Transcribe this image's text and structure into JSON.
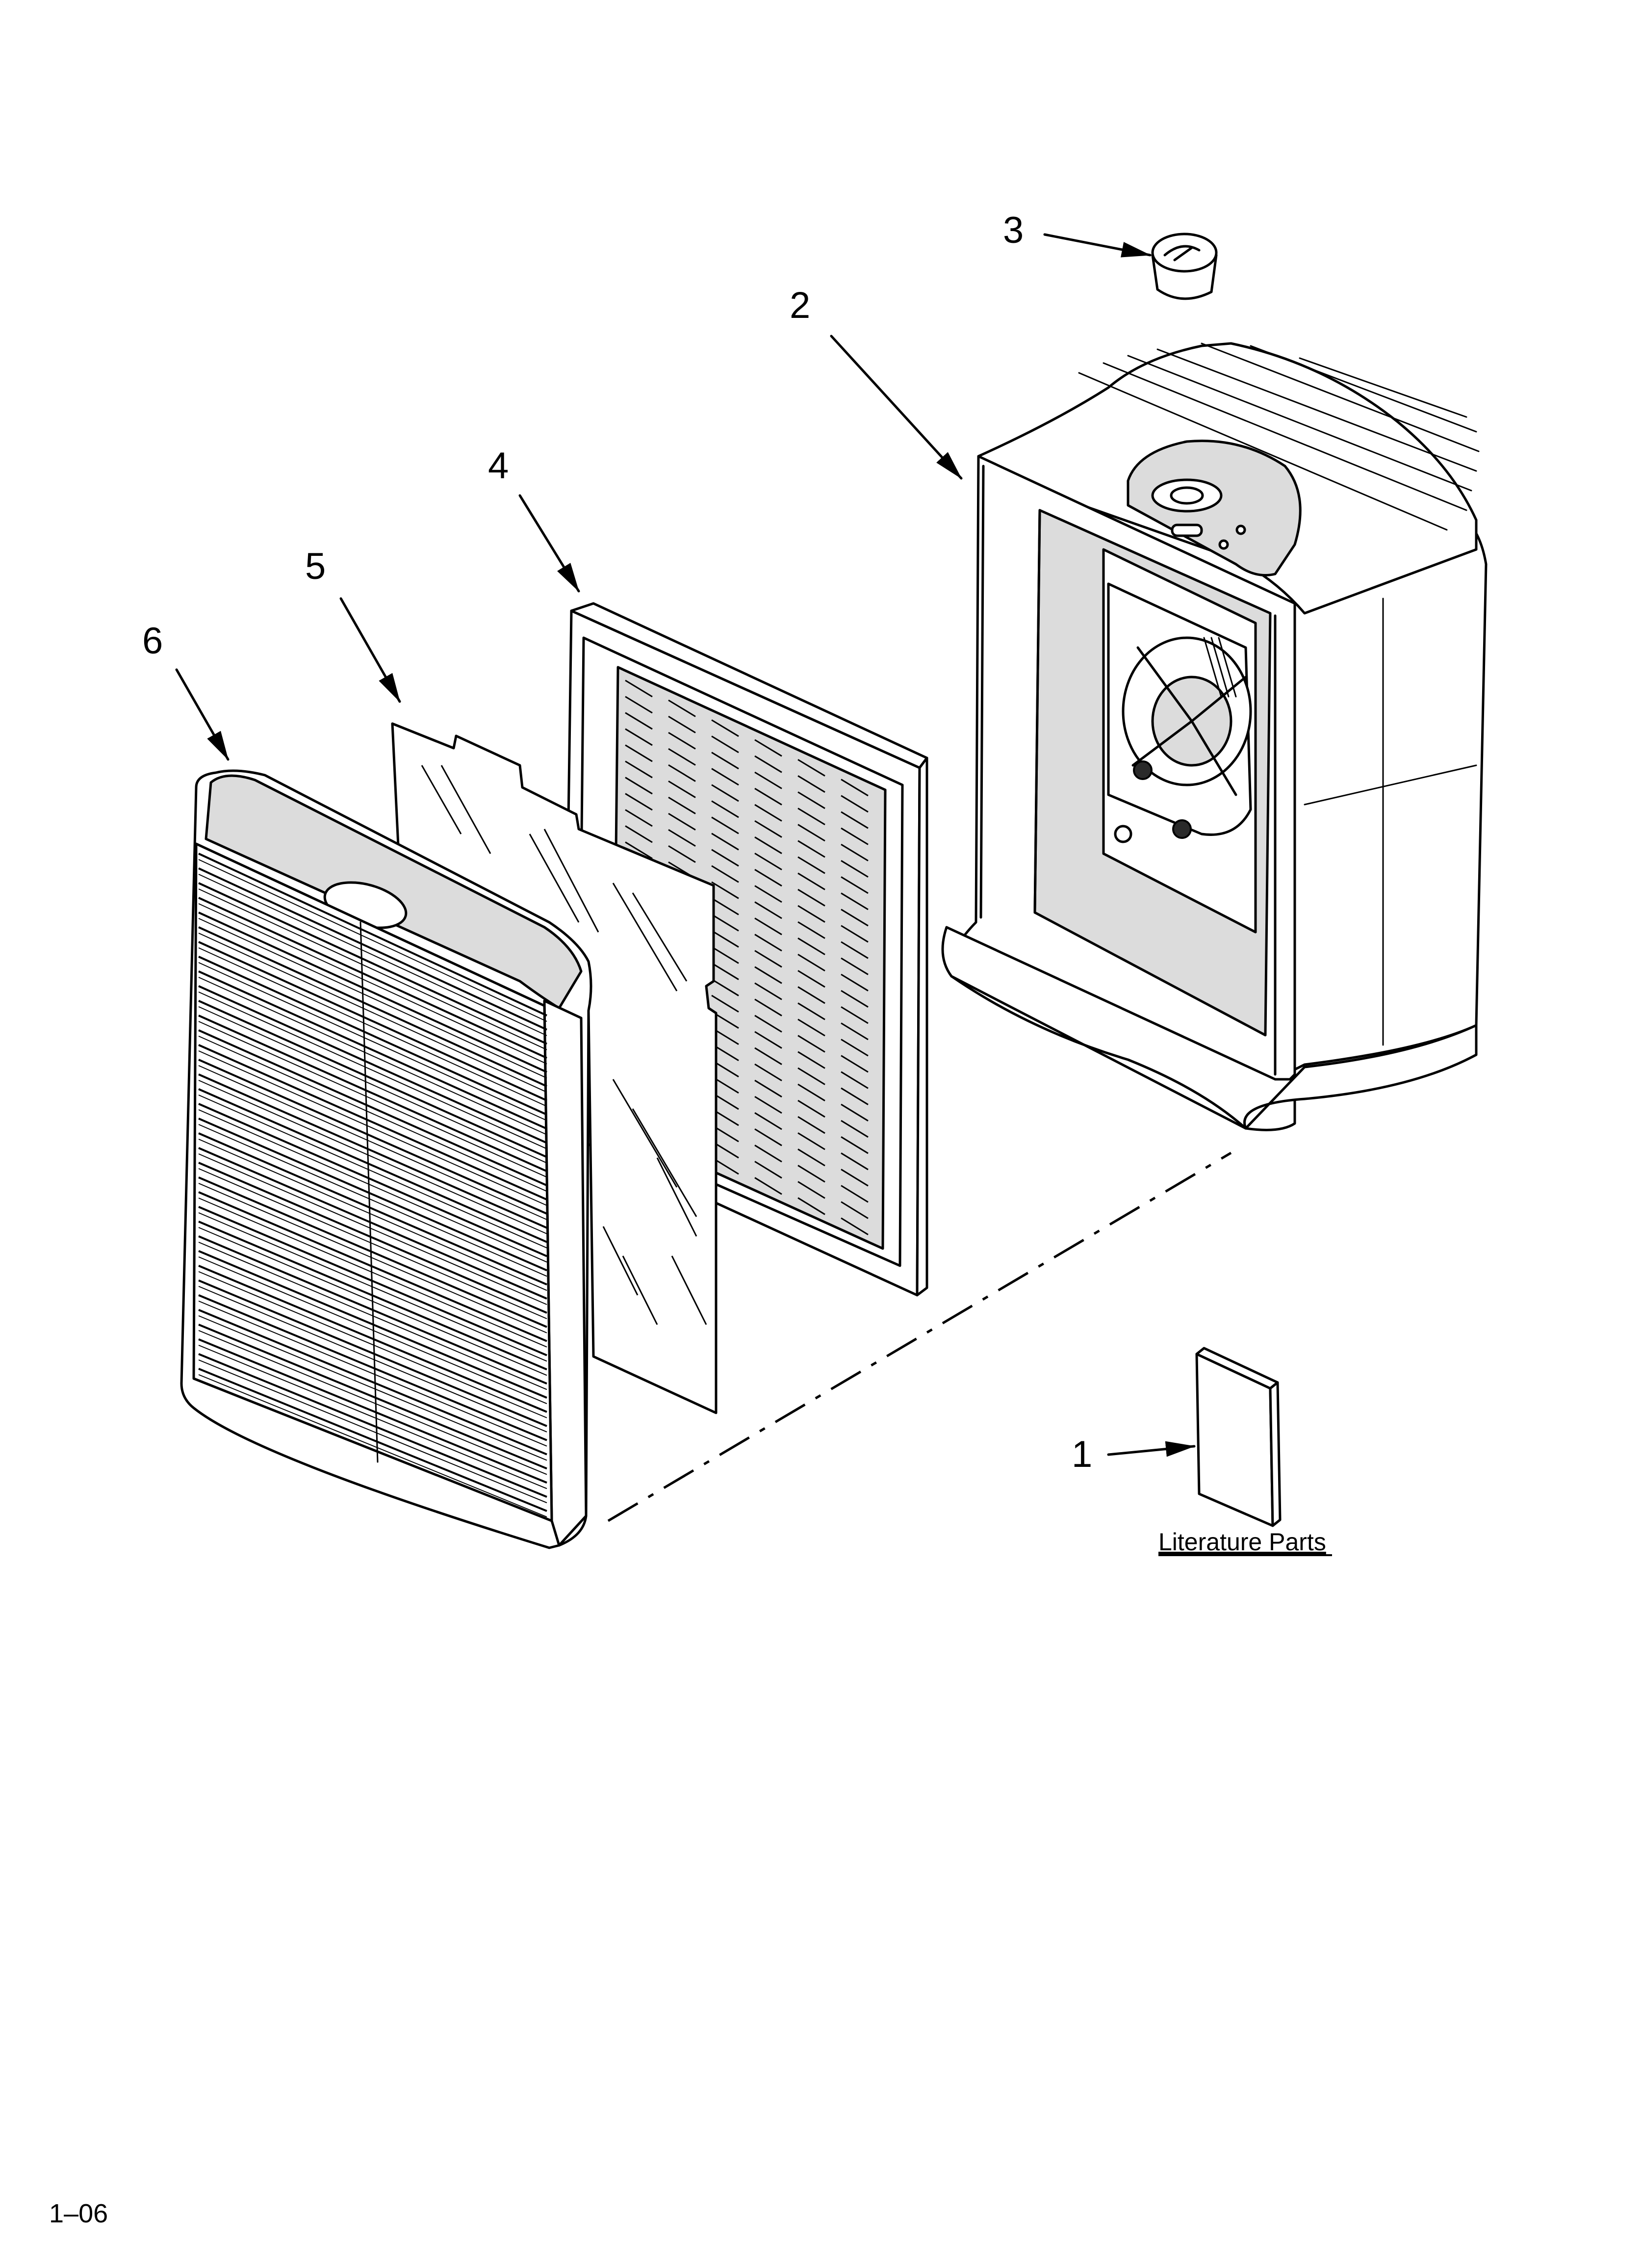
{
  "diagram": {
    "callouts": [
      {
        "id": "1",
        "label": "1"
      },
      {
        "id": "2",
        "label": "2"
      },
      {
        "id": "3",
        "label": "3"
      },
      {
        "id": "4",
        "label": "4"
      },
      {
        "id": "5",
        "label": "5"
      },
      {
        "id": "6",
        "label": "6"
      }
    ],
    "literature_caption": "Literature Parts",
    "page_code": "1–06"
  }
}
